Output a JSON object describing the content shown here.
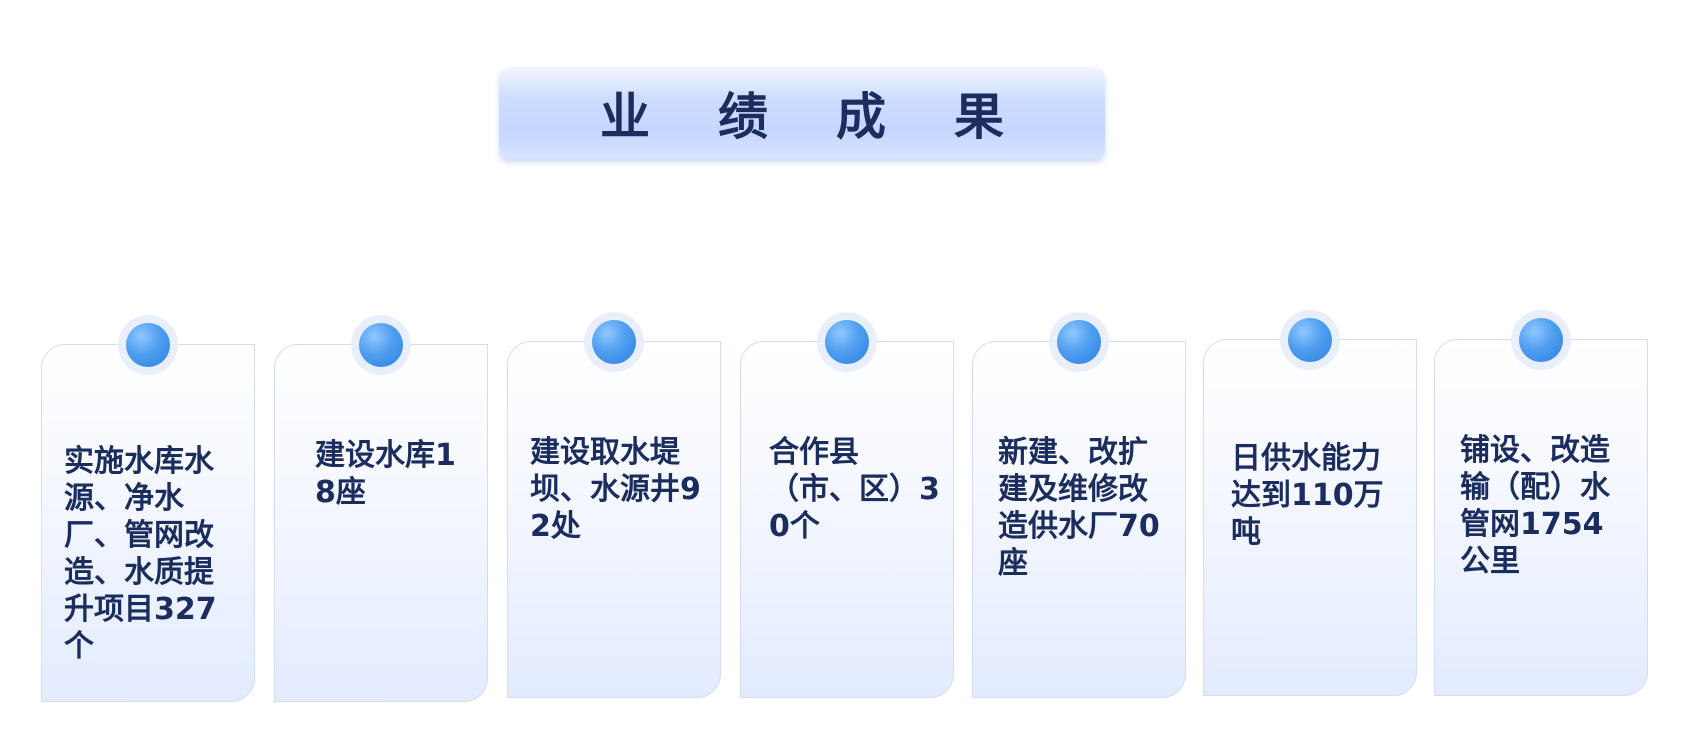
{
  "title": "业绩成果",
  "cards": [
    {
      "text": "实施水库水源、净水厂、管网改造、水质提升项目327个"
    },
    {
      "text": "建设水库18座"
    },
    {
      "text": "建设取水堤坝、水源井92处"
    },
    {
      "text": "合作县（市、区）30个"
    },
    {
      "text": "新建、改扩建及维修改造供水厂70座"
    },
    {
      "text": "日供水能力达到110万吨"
    },
    {
      "text": "铺设、改造输（配）水管网1754公里"
    }
  ],
  "colors": {
    "title_text": "#1b2d5e",
    "card_text": "#1b2d5e",
    "dot": "#4f9ef0",
    "banner": "#c6d6ff"
  }
}
